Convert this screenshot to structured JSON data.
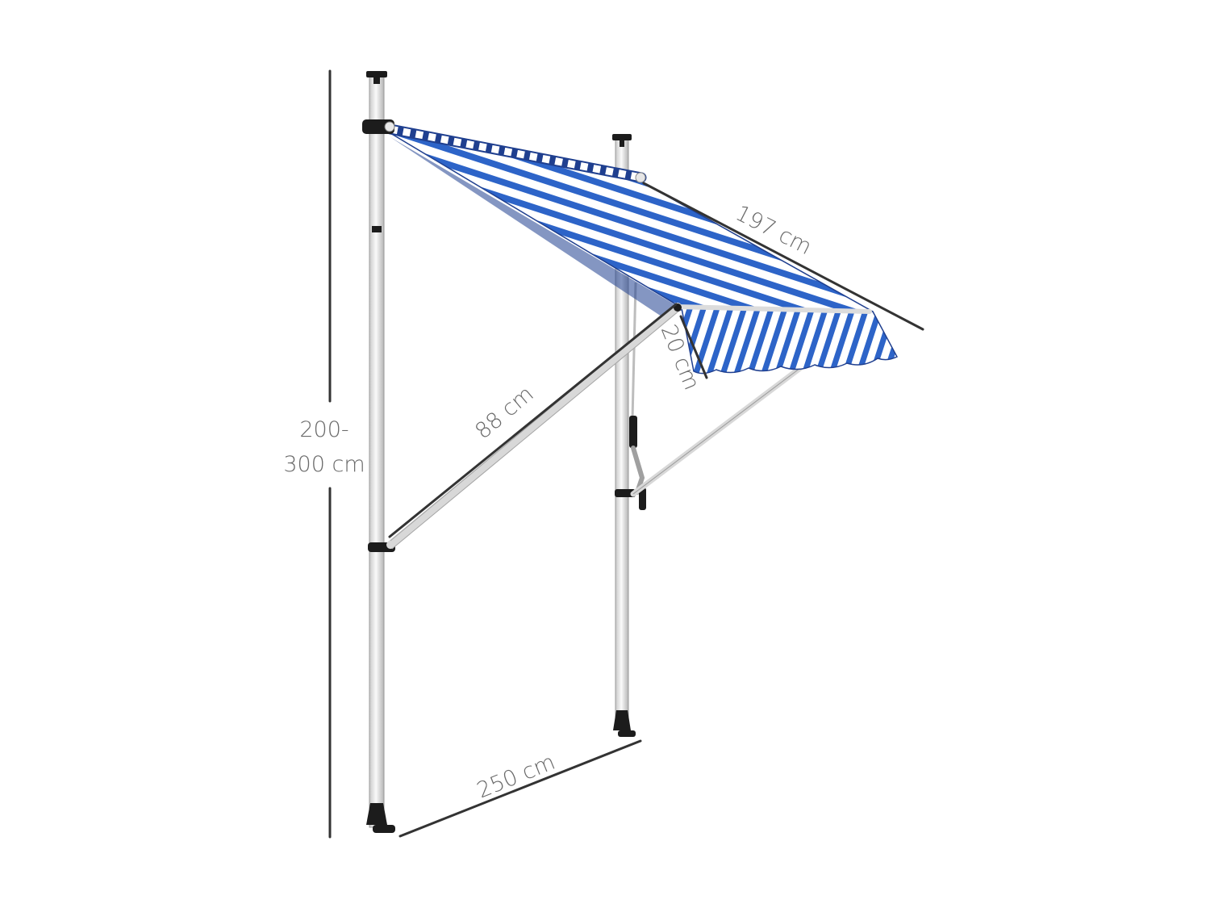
{
  "dimensions": {
    "height_line1": "200-",
    "height_line2": "300 cm",
    "depth": "197 cm",
    "valance": "20 cm",
    "arm": "88 cm",
    "width": "250 cm"
  },
  "colors": {
    "stripe_blue": "#2d64c8",
    "stripe_white": "#ffffff",
    "dark_blue": "#1f3f8f",
    "pole": "#f2f2f2",
    "pole_edge": "#9a9a9a",
    "black": "#1c1c1c",
    "dim_line": "#333333",
    "dim_text": "#6a6a6a"
  }
}
